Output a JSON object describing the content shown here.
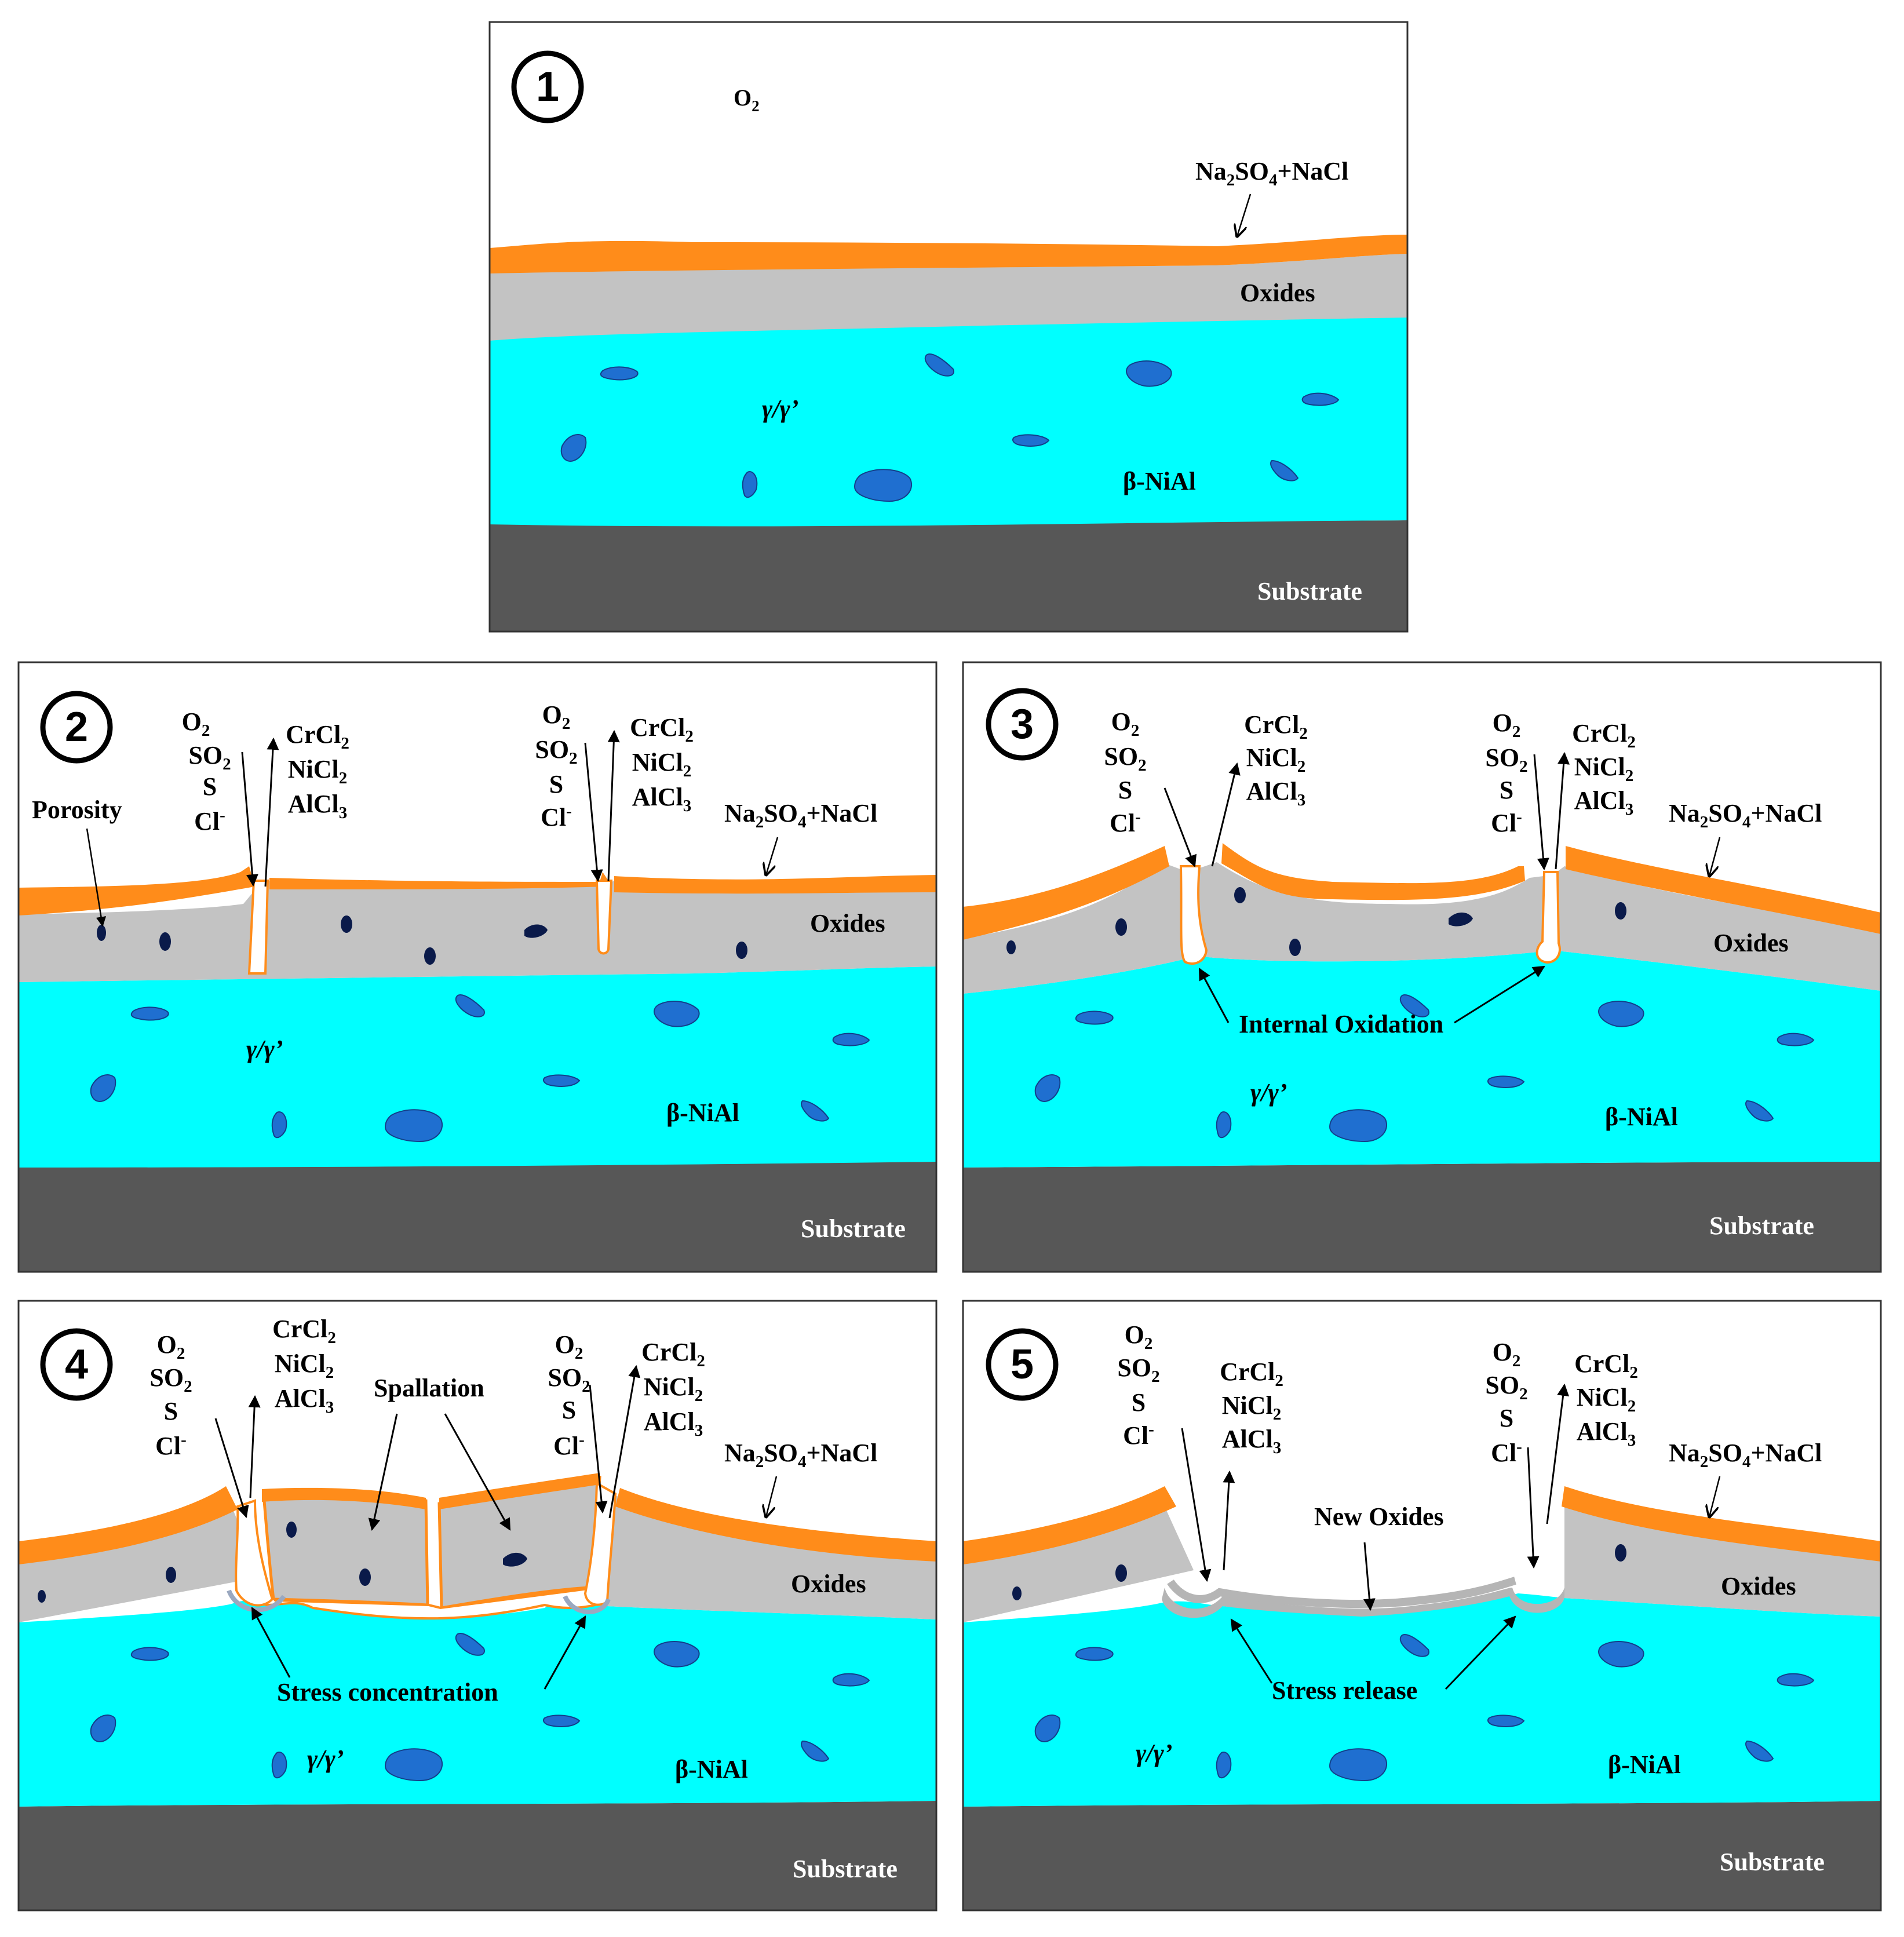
{
  "colors": {
    "salt": "#ff8c1a",
    "oxide": "#c3c3c3",
    "coating": "#00ffff",
    "phase": "#1f6fd0",
    "pore": "#0a1a4a",
    "substrate": "#575757",
    "frame": "#333333",
    "new_oxide": "#b5b5b5"
  },
  "panels": [
    {
      "number": "1",
      "gas": [
        "O2"
      ],
      "salt": "Na2SO4+NaCl",
      "oxides": "Oxides",
      "gamma": "γ/γ’",
      "beta": "β-NiAl",
      "substrate": "Substrate"
    },
    {
      "number": "2",
      "porosity": "Porosity",
      "species_in": [
        "O2",
        "SO2",
        "S",
        "Cl-"
      ],
      "species_out": [
        "CrCl2",
        "NiCl2",
        "AlCl3"
      ],
      "salt": "Na2SO4+NaCl",
      "oxides": "Oxides",
      "gamma": "γ/γ’",
      "beta": "β-NiAl",
      "substrate": "Substrate"
    },
    {
      "number": "3",
      "species_in": [
        "O2",
        "SO2",
        "S",
        "Cl-"
      ],
      "species_out": [
        "CrCl2",
        "NiCl2",
        "AlCl3"
      ],
      "salt": "Na2SO4+NaCl",
      "oxides": "Oxides",
      "internal": "Internal Oxidation",
      "gamma": "γ/γ’",
      "beta": "β-NiAl",
      "substrate": "Substrate"
    },
    {
      "number": "4",
      "species_in": [
        "O2",
        "SO2",
        "S",
        "Cl-"
      ],
      "species_out": [
        "CrCl2",
        "NiCl2",
        "AlCl3"
      ],
      "spallation": "Spallation",
      "salt": "Na2SO4+NaCl",
      "oxides": "Oxides",
      "stress": "Stress concentration",
      "gamma": "γ/γ’",
      "beta": "β-NiAl",
      "substrate": "Substrate"
    },
    {
      "number": "5",
      "species_in": [
        "O2",
        "SO2",
        "S",
        "Cl-"
      ],
      "species_out": [
        "CrCl2",
        "NiCl2",
        "AlCl3"
      ],
      "new_oxides": "New Oxides",
      "salt": "Na2SO4+NaCl",
      "oxides": "Oxides",
      "stress": "Stress release",
      "gamma": "γ/γ’",
      "beta": "β-NiAl",
      "substrate": "Substrate"
    }
  ]
}
